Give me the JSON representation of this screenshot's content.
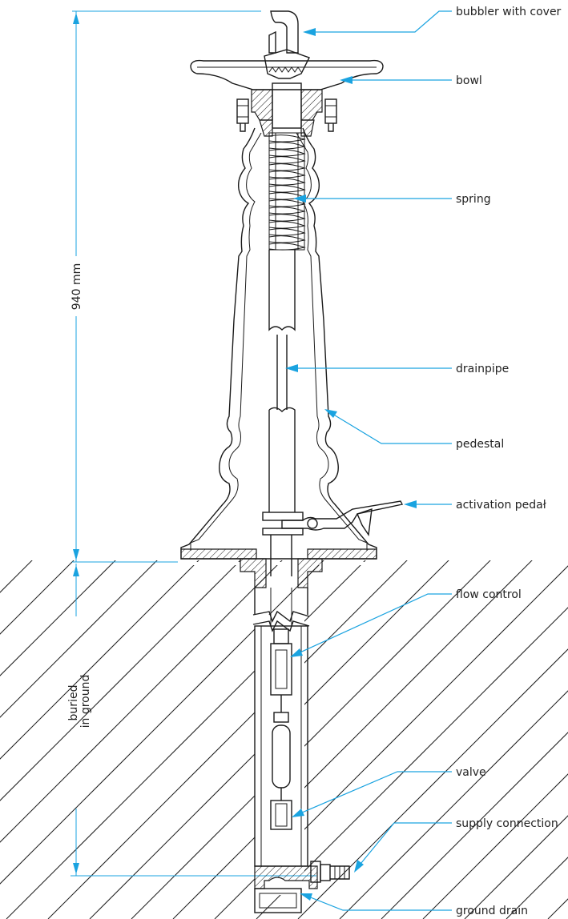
{
  "labels": {
    "bubbler": "bubbler with cover",
    "bowl": "bowl",
    "spring": "spring",
    "drainpipe": "drainpipe",
    "pedestal": "pedestal",
    "pedal": "activation pedał",
    "flow_control": "flow control",
    "valve": "valve",
    "supply": "supply connection",
    "ground_drain": "ground drain"
  },
  "dimensions": {
    "height": "940 mm",
    "buried_line1": "buried",
    "buried_line2": "in ground"
  },
  "colors": {
    "leader": "#1aa3e0",
    "line": "#1a1a1a"
  }
}
